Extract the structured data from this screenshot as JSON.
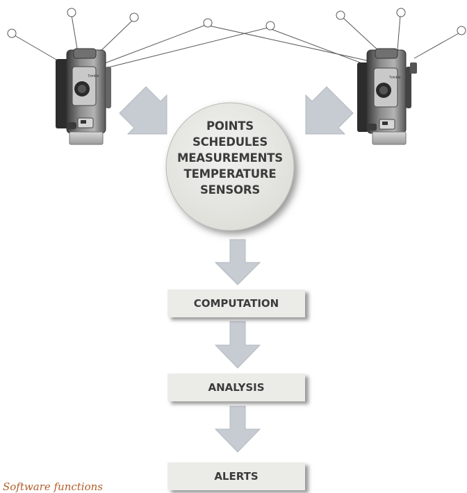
{
  "hub": {
    "lines": [
      "POINTS",
      "SCHEDULES",
      "MEASUREMENTS",
      "TEMPERATURE",
      "SENSORS"
    ]
  },
  "stages": {
    "computation": "COMPUTATION",
    "analysis": "ANALYSIS",
    "alerts": "ALERTS"
  },
  "instruments": {
    "left_brand": "Trimble",
    "right_brand": "Trimble"
  },
  "caption": "Software functions",
  "colors": {
    "arrow_fill": "#c7ccd3",
    "arrow_stroke": "#b3b8bf",
    "hub_fill": "#e8e8e4",
    "box_fill": "#ebebe8",
    "text": "#3b3b3b",
    "caption": "#b05e2a",
    "sight_line": "#555555"
  }
}
